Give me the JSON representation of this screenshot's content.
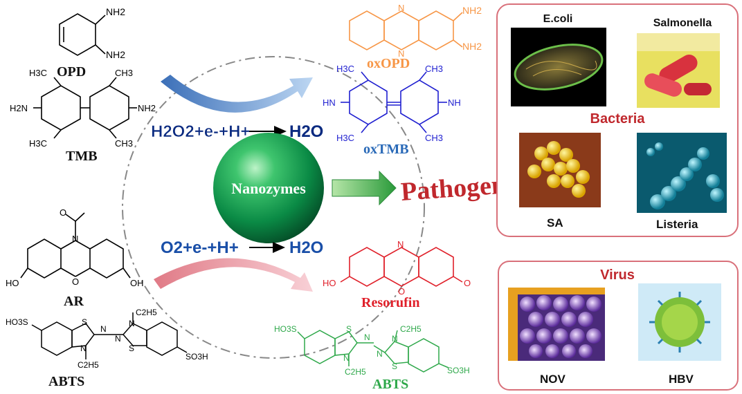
{
  "substrates": {
    "opd": {
      "name": "OPD",
      "groups": [
        "NH2",
        "NH2"
      ]
    },
    "oxopd": {
      "name": "oxOPD",
      "groups": [
        "N",
        "N",
        "NH2",
        "NH2"
      ]
    },
    "tmb": {
      "name": "TMB",
      "groups": [
        "H3C",
        "CH3",
        "H2N",
        "NH2",
        "H3C",
        "CH3"
      ]
    },
    "oxtmb": {
      "name": "oxTMB",
      "groups": [
        "H3C",
        "CH3",
        "HN",
        "NH",
        "H3C",
        "CH3"
      ]
    },
    "ar": {
      "name": "AR",
      "groups": [
        "O",
        "N",
        "HO",
        "O",
        "OH"
      ]
    },
    "resorufin": {
      "name": "Resorufin",
      "groups": [
        "N",
        "HO",
        "O",
        "O"
      ]
    },
    "abts": {
      "name": "ABTS",
      "groups": [
        "HO3S",
        "S",
        "N",
        "N",
        "N",
        "C2H5",
        "N",
        "C2H5",
        "S",
        "SO3H"
      ]
    },
    "abts_ox": {
      "name": "ABTS",
      "groups": [
        "HO3S",
        "S",
        "N",
        "N",
        "N",
        "C2H5",
        "N",
        "C2H5",
        "S",
        "SO3H"
      ]
    }
  },
  "reactions": {
    "peroxide": {
      "left": "H2O2+e-+H+",
      "right": "H2O"
    },
    "oxygen": {
      "left": "O2+e-+H+",
      "right": "H2O"
    }
  },
  "center": {
    "label": "Nanozymes"
  },
  "target": {
    "label": "Pathogens"
  },
  "bacteria": {
    "title": "Bacteria",
    "items": [
      "E.coli",
      "Salmonella",
      "SA",
      "Listeria"
    ]
  },
  "virus": {
    "title": "Virus",
    "items": [
      "NOV",
      "HBV"
    ]
  },
  "colors": {
    "orange": "#f79646",
    "blue": "#1f1fd0",
    "navy": "#1f3a93",
    "red": "#e0202a",
    "green": "#2ea84a",
    "darkred": "#c0282d",
    "pink": "#d9707a",
    "sphere": "#0a9a4e"
  }
}
